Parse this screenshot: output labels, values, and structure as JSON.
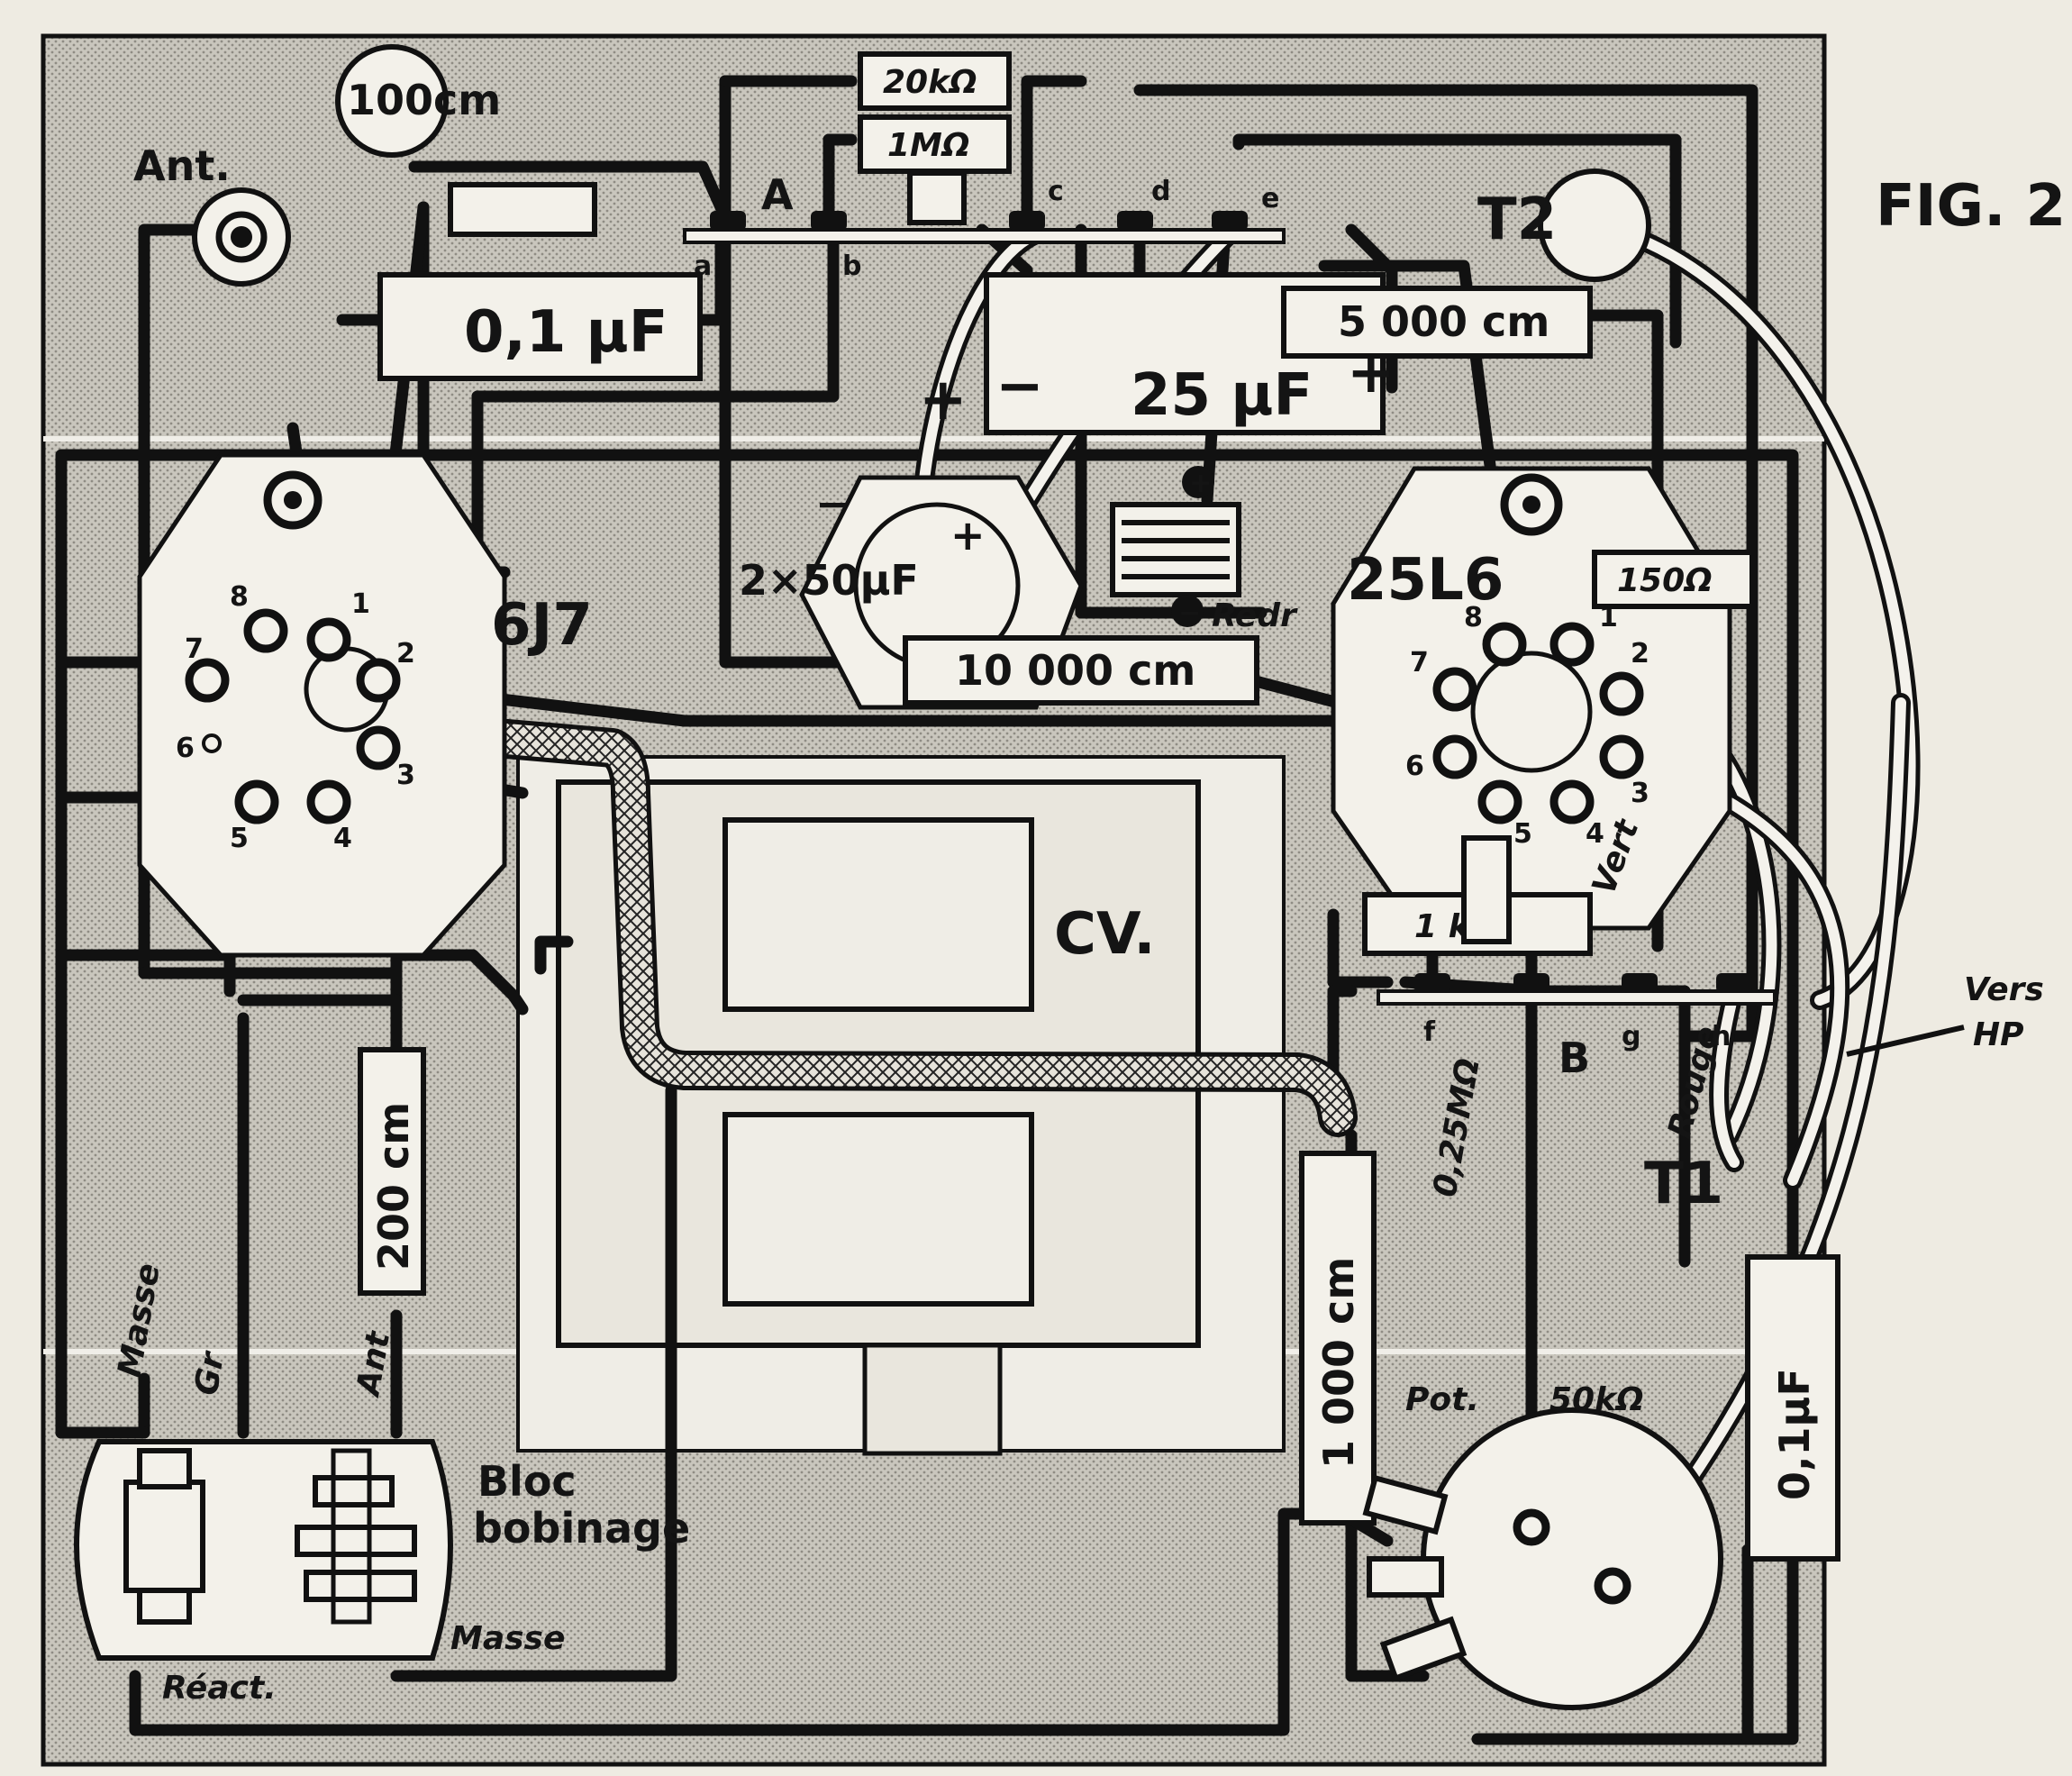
{
  "figure_label": "FIG. 2",
  "tubes": {
    "left": {
      "name": "6J7",
      "pins": [
        "1",
        "2",
        "3",
        "4",
        "5",
        "6",
        "7",
        "8"
      ]
    },
    "right": {
      "name": "25L6",
      "pins": [
        "1",
        "2",
        "3",
        "4",
        "5",
        "6",
        "7",
        "8"
      ]
    }
  },
  "components": {
    "cap_100cm": "100cm",
    "antenna": "Ant.",
    "res_20k": "20kΩ",
    "res_1M": "1MΩ",
    "cap_01uF_top": "0,1 µF",
    "cap_5000cm": "5 000 cm",
    "cap_25uF": "25 µF",
    "cap_2x50uF": "2×50µF",
    "rectifier": "Redr",
    "res_150": "150Ω",
    "cap_10000cm": "10 000 cm",
    "variable_cap": "CV.",
    "res_1k": "1 kΩ",
    "res_025M": "0,25MΩ",
    "cap_200cm": "200 cm",
    "cap_1000cm": "1 000 cm",
    "pot": "Pot.",
    "pot_value": "50kΩ",
    "cap_01uF_bottom": "0,1µF",
    "transformer_t1": "T1",
    "transformer_t2": "T2",
    "coil_block": [
      "Bloc",
      "bobinage"
    ]
  },
  "terminals": {
    "strip_A": "A",
    "strip_B": "B",
    "top": [
      "a",
      "b",
      "c",
      "d",
      "e"
    ],
    "bottom": [
      "f",
      "g",
      "h"
    ]
  },
  "labels": {
    "masse": "Masse",
    "gr": "Gr",
    "ant": "Ant",
    "react": "Réact.",
    "masse_bottom": "Masse",
    "vert": "Vert",
    "rouge": "Rouge",
    "vers": "Vers",
    "hp": "HP",
    "plus": "+",
    "minus": "−"
  }
}
